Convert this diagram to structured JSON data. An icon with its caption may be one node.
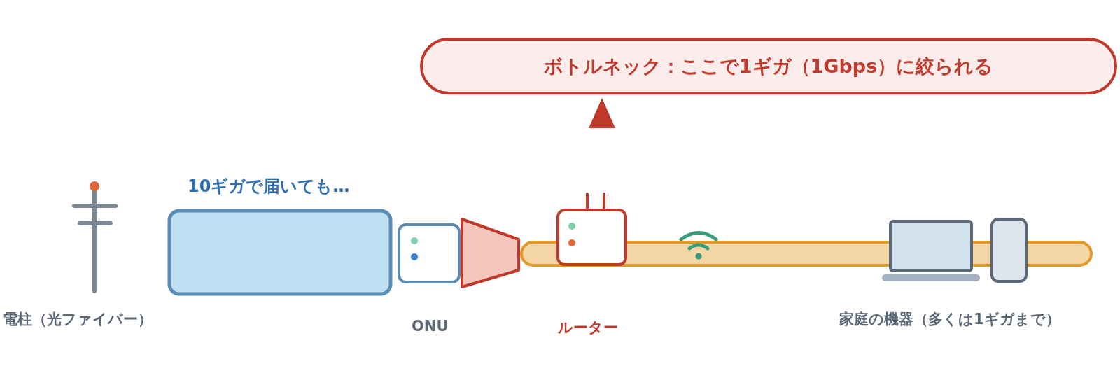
{
  "diagram": {
    "nodes": [
      {
        "text": [
          "ボトルネック：ここで1ギガ（1Gbps）に絞られる"
        ]
      },
      {
        "text": [
          "10ギガで届いても…"
        ]
      },
      {
        "text": [],
        "shape": "box",
        "beside": [
          "ONU"
        ]
      },
      {
        "text": [],
        "shape": "trapezoid"
      },
      {
        "text": [],
        "shape": "bar"
      },
      {
        "text": [],
        "shape": "box",
        "beside": [
          "ルーター"
        ]
      },
      {
        "text": [],
        "shape": "laptop"
      },
      {
        "text": [],
        "shape": "box"
      }
    ],
    "labels": [
      "電柱（光ファイバー）",
      "家庭の機器（多くは1ギガまで）"
    ]
  }
}
